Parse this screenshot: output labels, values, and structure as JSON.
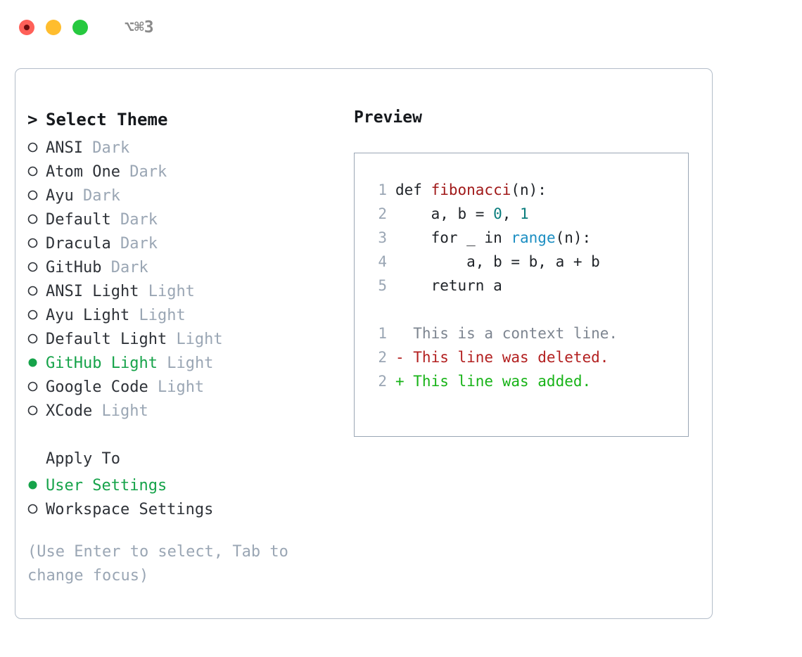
{
  "titlebar": {
    "shortcut": "⌥⌘3",
    "lights": [
      "close-light",
      "minimize-light",
      "zoom-light"
    ]
  },
  "theme_picker": {
    "caret": ">",
    "title": "Select Theme",
    "bullet_selected": "●",
    "bullet_unselected": "○",
    "items": [
      {
        "name": "ANSI",
        "kind": "Dark",
        "selected": false
      },
      {
        "name": "Atom One",
        "kind": "Dark",
        "selected": false
      },
      {
        "name": "Ayu",
        "kind": "Dark",
        "selected": false
      },
      {
        "name": "Default",
        "kind": "Dark",
        "selected": false
      },
      {
        "name": "Dracula",
        "kind": "Dark",
        "selected": false
      },
      {
        "name": "GitHub",
        "kind": "Dark",
        "selected": false
      },
      {
        "name": "ANSI Light",
        "kind": "Light",
        "selected": false
      },
      {
        "name": "Ayu Light",
        "kind": "Light",
        "selected": false
      },
      {
        "name": "Default Light",
        "kind": "Light",
        "selected": false
      },
      {
        "name": "GitHub Light",
        "kind": "Light",
        "selected": true
      },
      {
        "name": "Google Code",
        "kind": "Light",
        "selected": false
      },
      {
        "name": "XCode",
        "kind": "Light",
        "selected": false
      }
    ]
  },
  "apply_to": {
    "label": "Apply To",
    "options": [
      {
        "name": "User Settings",
        "selected": true
      },
      {
        "name": "Workspace Settings",
        "selected": false
      }
    ]
  },
  "hint": "(Use Enter to select, Tab to change focus)",
  "preview": {
    "title": "Preview",
    "code_lines": [
      {
        "no": "1",
        "tokens": [
          {
            "t": "def ",
            "c": "plain"
          },
          {
            "t": "fibonacci",
            "c": "fn"
          },
          {
            "t": "(n):",
            "c": "plain"
          }
        ]
      },
      {
        "no": "2",
        "tokens": [
          {
            "t": "    a, b = ",
            "c": "plain"
          },
          {
            "t": "0",
            "c": "num"
          },
          {
            "t": ", ",
            "c": "plain"
          },
          {
            "t": "1",
            "c": "num"
          }
        ]
      },
      {
        "no": "3",
        "tokens": [
          {
            "t": "    for _ in ",
            "c": "plain"
          },
          {
            "t": "range",
            "c": "call"
          },
          {
            "t": "(n):",
            "c": "plain"
          }
        ]
      },
      {
        "no": "4",
        "tokens": [
          {
            "t": "        a, b = b, a + b",
            "c": "plain"
          }
        ]
      },
      {
        "no": "5",
        "tokens": [
          {
            "t": "    return a",
            "c": "plain"
          }
        ]
      }
    ],
    "diff_lines": [
      {
        "no": "1",
        "text": "  This is a context line.",
        "kind": "context"
      },
      {
        "no": "2",
        "text": "- This line was deleted.",
        "kind": "del"
      },
      {
        "no": "2",
        "text": "+ This line was added.",
        "kind": "add"
      }
    ]
  },
  "colors": {
    "accent_green": "#16a34a",
    "muted": "#9aa6b4",
    "border": "#b3bdc9",
    "preview_border": "#9aa6b4",
    "fn_red": "#a01919",
    "num_teal": "#0a7d7d",
    "call_blue": "#1b8ec2",
    "diff_add": "#17b317",
    "diff_del": "#b32020",
    "light_red": "#FF6058",
    "light_yellow": "#FFBD2E",
    "light_green": "#26C93F"
  }
}
